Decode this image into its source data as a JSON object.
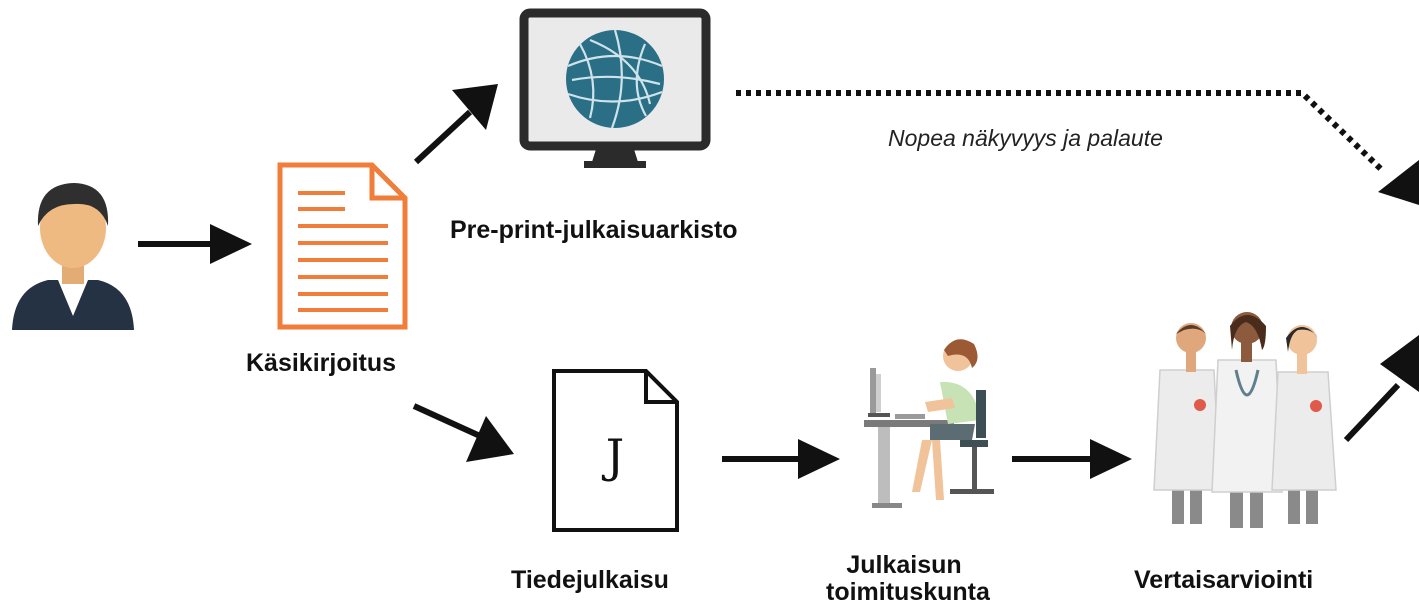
{
  "labels": {
    "manuscript": "Käsikirjoitus",
    "preprint_archive": "Pre-print-julkaisuarkisto",
    "journal": "Tiedejulkaisu",
    "editorial_line1": "Julkaisun",
    "editorial_line2": "toimituskunta",
    "peer_review": "Vertaisarviointi",
    "fast_visibility": "Nopea näkyvyys ja palaute",
    "journal_letter": "J"
  },
  "colors": {
    "manuscript_orange": "#f07d3a",
    "arrow": "#111111",
    "monitor_frame": "#2b2b2b",
    "monitor_screen": "#eaeaea",
    "globe": "#2a6f86"
  }
}
